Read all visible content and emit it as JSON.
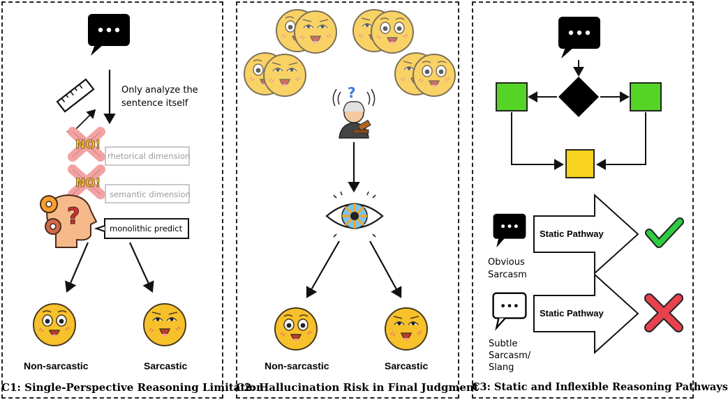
{
  "panel1": {
    "caption": "C1: Single-Perspective Reasoning Limitation",
    "only_line1": "Only analyze the",
    "only_line2": "sentence itself",
    "no_badge": "NO!",
    "rhetorical": "rhetorical dimension",
    "semantic": "semantic dimension",
    "predict": "monolithic predict",
    "question_mark": "?",
    "label_left": "Non-sarcastic",
    "label_right": "Sarcastic"
  },
  "panel2": {
    "caption": "C2: Hallucination Risk in Final Judgment",
    "question_mark": "?",
    "label_left": "Non-sarcastic",
    "label_right": "Sarcastic"
  },
  "panel3": {
    "caption": "C3: Static and Inflexible Reasoning Pathways",
    "pathway1": "Static Pathway",
    "pathway2": "Static Pathway",
    "obvious_line1": "Obvious",
    "obvious_line2": "Sarcasm",
    "subtle_line1": "Subtle",
    "subtle_line2": "Sarcasm/",
    "subtle_line3": "Slang"
  },
  "colors": {
    "emoji_yellow": "#f7c12c",
    "emoji_outline": "#4a3a1a",
    "flow_green": "#55d427",
    "flow_gold": "#f7d21e",
    "check_green": "#2ecc40",
    "cross_red": "#e9424f",
    "no_pink": "#f2a2a2"
  },
  "icons": [
    "speech-bubble-icon",
    "ruler-icon",
    "head-gears-icon",
    "judge-icon",
    "eye-icon",
    "check-icon",
    "cross-icon",
    "emoji-icon"
  ]
}
